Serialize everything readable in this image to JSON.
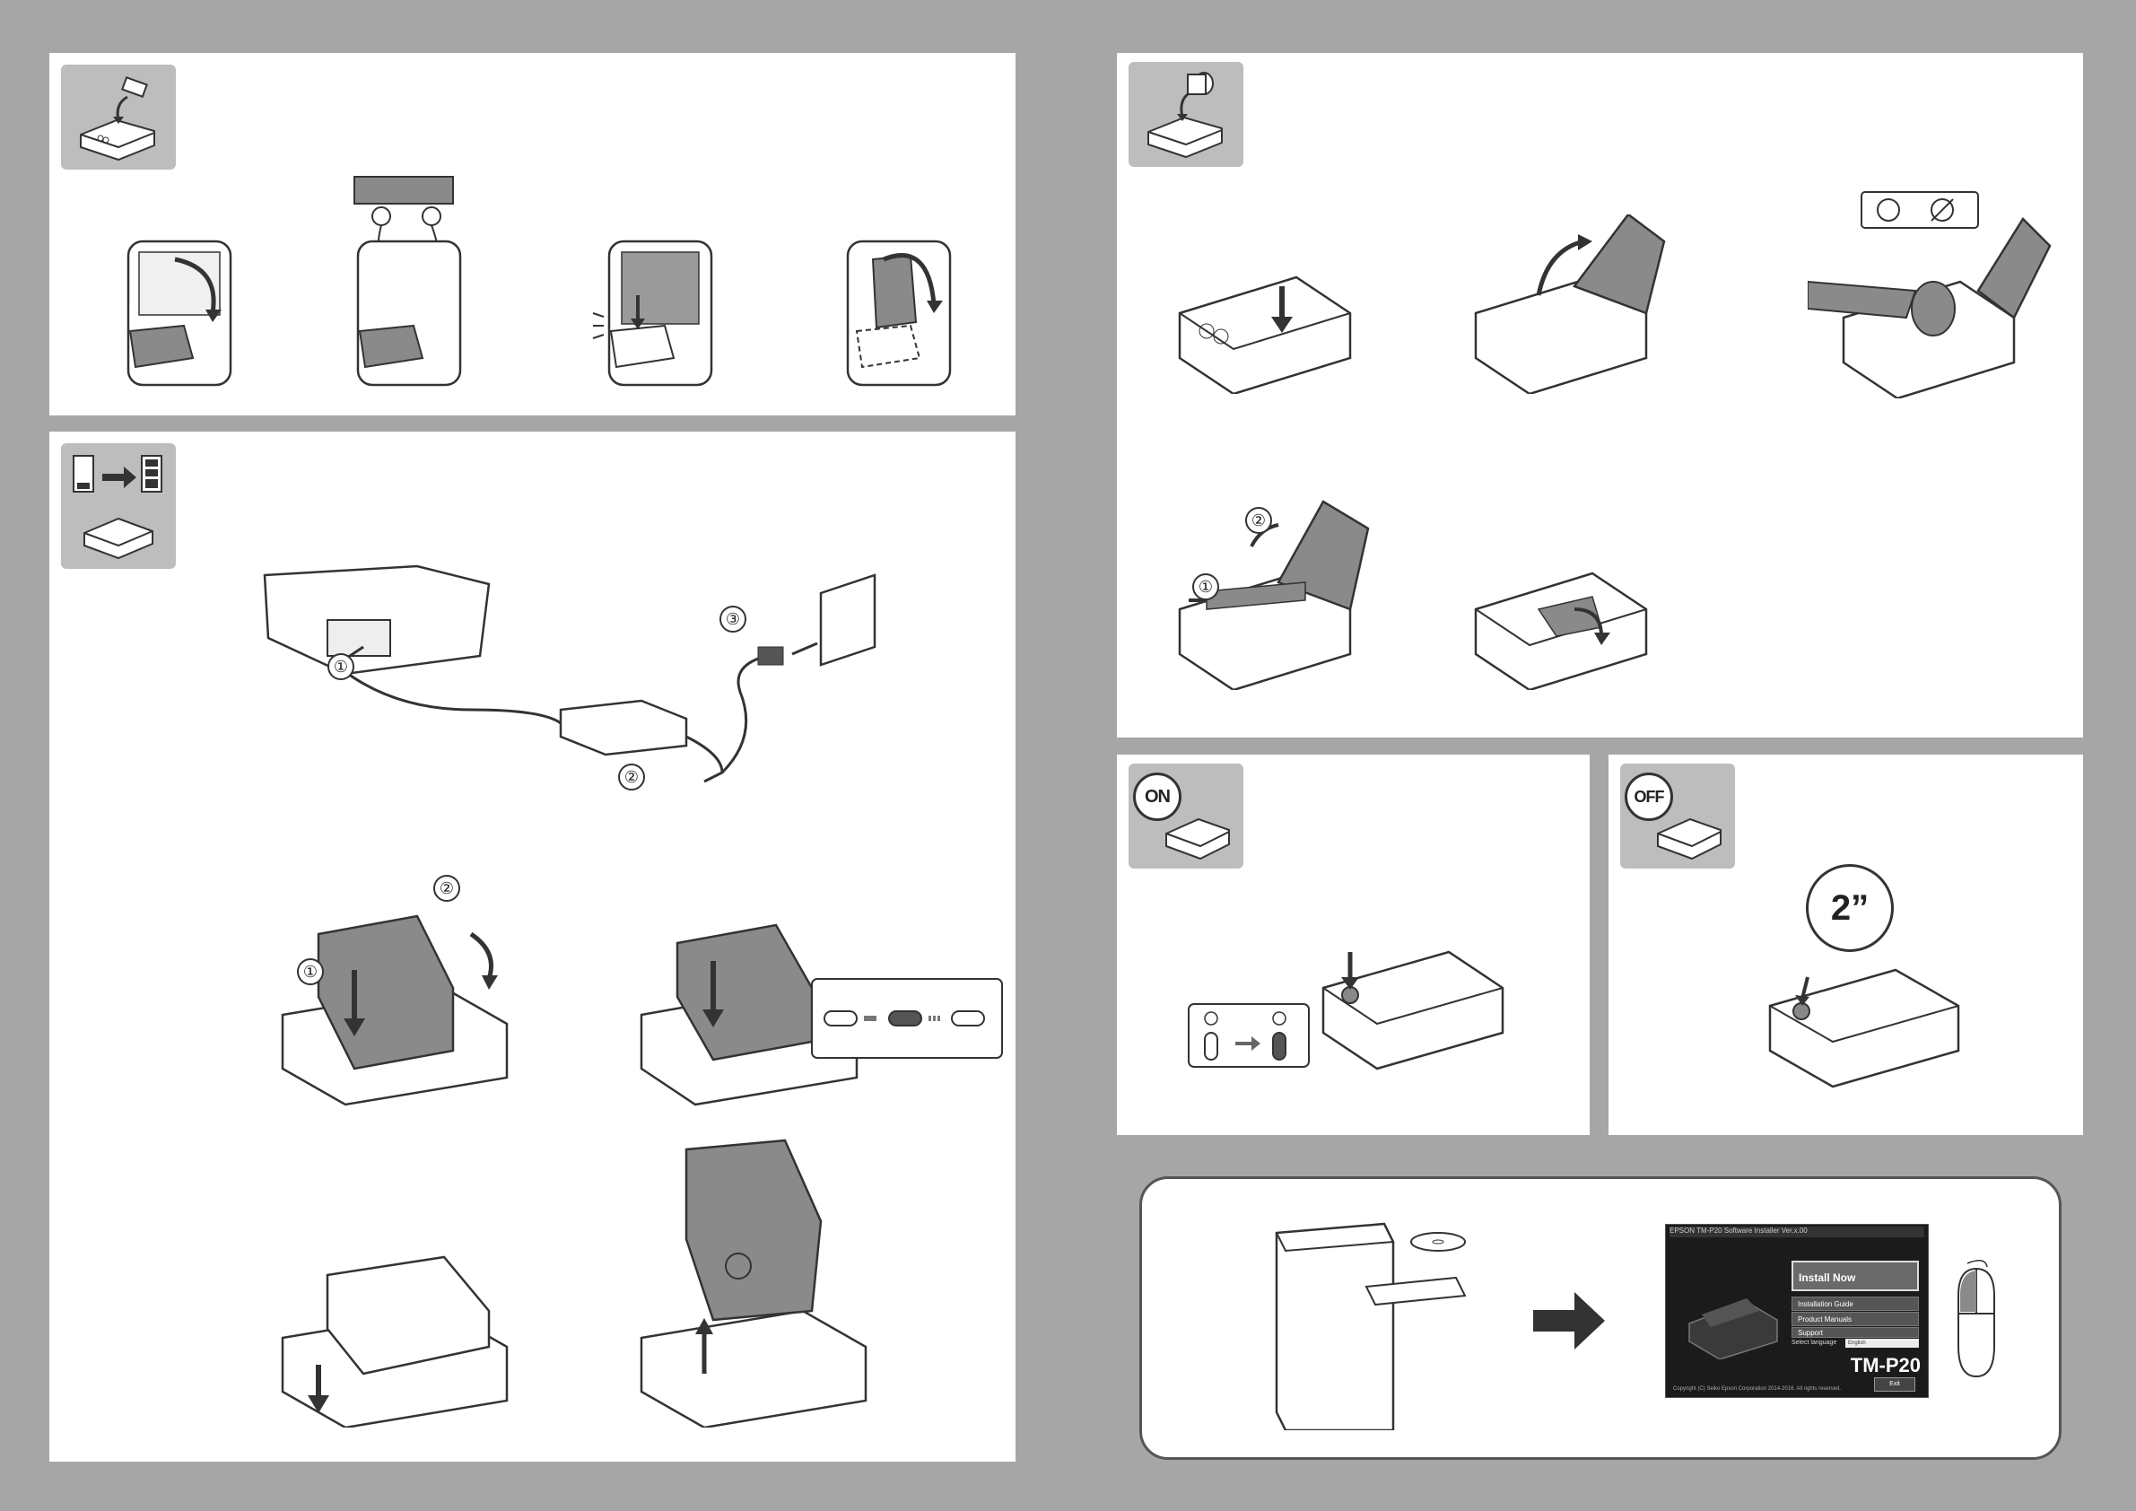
{
  "steps_circled": {
    "one": "①",
    "two": "②",
    "three": "③"
  },
  "power_on": {
    "badge": "ON"
  },
  "power_off": {
    "badge": "OFF",
    "hold_time": "2”"
  },
  "installer": {
    "window_title": "EPSON TM-P20 Software Installer Ver.x.00",
    "install_now": "Install Now",
    "installation_guide": "Installation Guide",
    "product_manuals": "Product Manuals",
    "support": "Support",
    "select_language_label": "Select language",
    "select_language_value": "English",
    "model": "TM-P20",
    "copyright": "Copyright (C) Seiko Epson Corporation 2014-2016. All rights reserved.",
    "exit": "Exit"
  },
  "colors": {
    "background": "#a6a6a6",
    "panel": "#ffffff",
    "icon_tab": "#bdbdbd",
    "line": "#333333",
    "fill_dark": "#7a7a7a"
  }
}
